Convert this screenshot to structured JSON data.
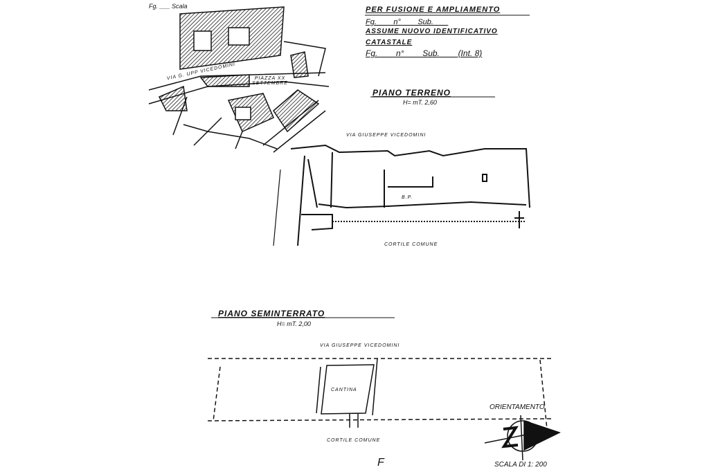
{
  "header": {
    "line1": "PER FUSIONE E AMPLIAMENTO",
    "line2": "Fg. ___ n° ___ Sub. ___",
    "line3": "ASSUME NUOVO IDENTIFICATIVO",
    "line4": "CATASTALE",
    "line5": "Fg. ___ n° ___ Sub. ___ (Int. 8)"
  },
  "map_extract": {
    "label": "Fg. ___ Scala",
    "street": "VIA G. UPP VICEDOMINI",
    "square": "PIAZZA XX SETTEMBRE"
  },
  "ground_floor": {
    "title": "PIANO TERRENO",
    "height": "H= mT. 2,60",
    "street_top": "VIA GIUSEPPE VICEDOMINI",
    "courtyard": "CORTILE COMUNE",
    "room": "B.P."
  },
  "basement": {
    "title": "PIANO SEMINTERRATO",
    "height": "H= mT. 2,00",
    "street_top": "VIA GIUSEPPE VICEDOMINI",
    "room": "CANTINA",
    "courtyard": "CORTILE COMUNE"
  },
  "orientation": {
    "label": "ORIENTAMENTO",
    "scale": "SCALA DI 1: 200"
  },
  "signature": "F"
}
